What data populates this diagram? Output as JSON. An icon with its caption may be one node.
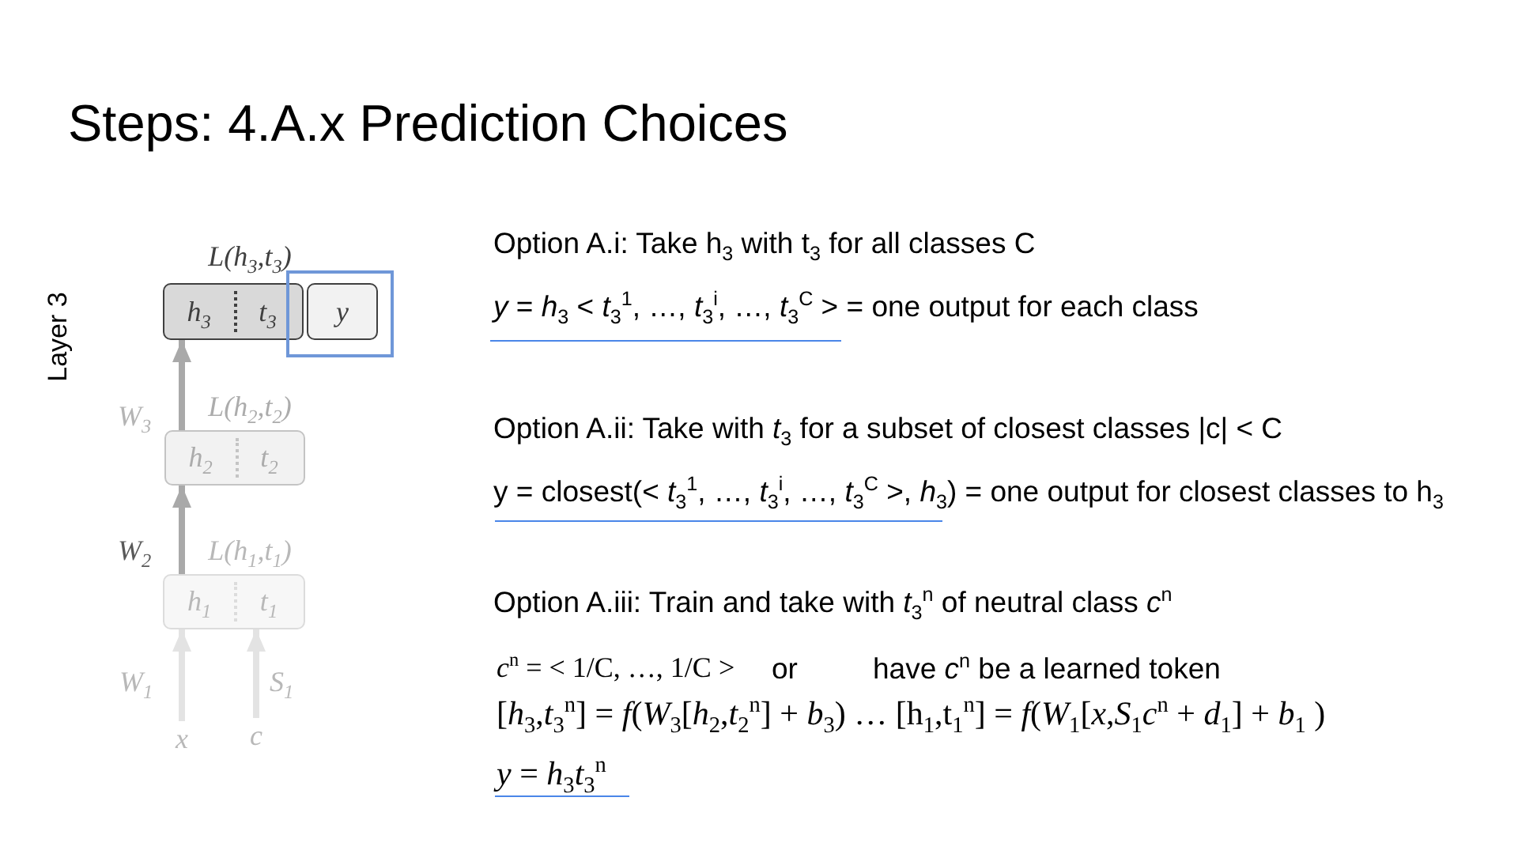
{
  "diagram": {
    "title": "Steps: 4.A.x Prediction Choices",
    "nodes": [
      {
        "text": [
          "h$_{3}$",
          "t$_{3}$"
        ],
        "beside": [
          "L(h$_{3}$,t$_{3}$)"
        ]
      },
      {
        "text": [
          "y"
        ]
      },
      {
        "text": [
          "h$_{2}$",
          "t$_{2}$"
        ],
        "beside": [
          "L(h$_{2}$,t$_{2}$)"
        ]
      },
      {
        "text": [
          "h$_{1}$",
          "t$_{1}$"
        ],
        "beside": [
          "L(h$_{1}$,t$_{1}$)"
        ]
      },
      {
        "text": [
          "x"
        ]
      },
      {
        "text": [
          "c"
        ]
      }
    ],
    "edges": [
      {
        "from": 4,
        "to": 3,
        "arrow": "to",
        "label": "W$_{1}$",
        "color": "#e3e3e3"
      },
      {
        "from": 5,
        "to": 3,
        "arrow": "to",
        "label": "S$_{1}$",
        "color": "#e3e3e3"
      },
      {
        "from": 3,
        "to": 2,
        "arrow": "to",
        "label": "W$_{2}$"
      },
      {
        "from": 2,
        "to": 0,
        "arrow": "to",
        "label": "W$_{3}$"
      }
    ],
    "labels": [
      "Layer 3",
      "Option A.i: Take h$_{3}$ with t$_{3}$ for all classes C",
      "*y* = *h*$_{3}$ < *t*$_{3}$$^{1}$, …, *t*$_{3}$$^{i}$, …, *t*$_{3}$$^{C}$ > = one output for each class",
      "Option A.ii: Take with *t*$_{3}$ for a subset of closest classes |c| < C",
      "y = closest(< *t*$_{3}$$^{1}$, …, *t*$_{3}$$^{i}$, …, *t*$_{3}$$^{C}$ >, *h*$_{3}$) = one output for closest classes to h$_{3}$",
      "Option A.iii: Train and take with *t*$_{3}$$^{n}$ of neutral class *c*$^{n}$",
      "*c*$^{n}$ = < 1/C, …, 1/C >",
      "or",
      "have *c*$^{n}$ be a learned token",
      "[*h*$_{3}$,*t*$_{3}$$^{n}$] = *f*(*W*$_{3}$[*h*$_{2}$,*t*$_{2}$$^{n}$] + *b*$_{3}$) … [h$_{1}$,t$_{1}$$^{n}$] = *f*(*W*$_{1}$[*x*,*S*$_{1}$*c*$^{n}$ + *d*$_{1}$] + *b*$_{1}$ )",
      "*y* = *h*$_{3}$*t*$_{3}$$^{n}$"
    ]
  }
}
